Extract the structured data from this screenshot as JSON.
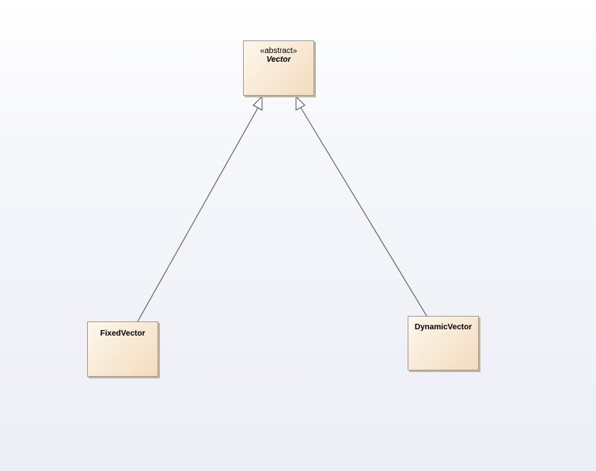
{
  "diagram": {
    "classes": {
      "vector": {
        "stereotype": "«abstract»",
        "name": "Vector"
      },
      "fixed_vector": {
        "name": "FixedVector"
      },
      "dynamic_vector": {
        "name": "DynamicVector"
      }
    },
    "relationships": [
      {
        "type": "generalization",
        "from": "FixedVector",
        "to": "Vector"
      },
      {
        "type": "generalization",
        "from": "DynamicVector",
        "to": "Vector"
      }
    ],
    "colors": {
      "class_fill_start": "#fdf7ee",
      "class_fill_end": "#f3dbbd",
      "class_border": "#a8a090",
      "connector": "#555555",
      "background_bottom": "#eceef6"
    }
  }
}
